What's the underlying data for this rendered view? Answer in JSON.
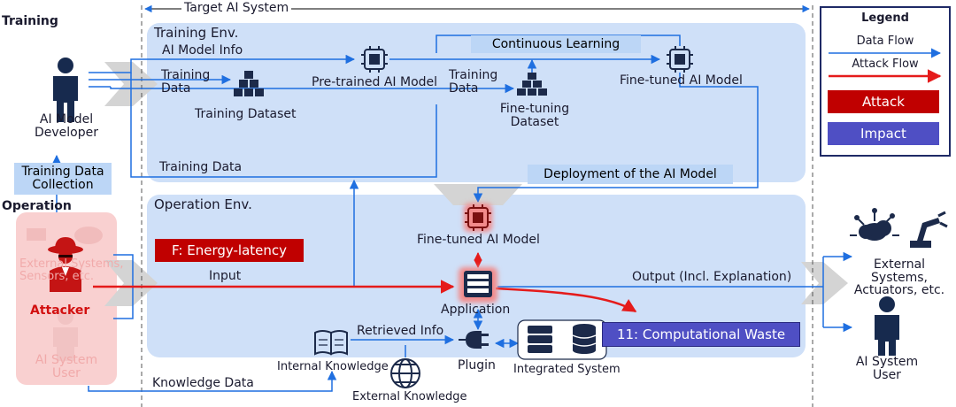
{
  "sections": {
    "training": "Training",
    "operation": "Operation",
    "target_system": "Target AI System",
    "training_env": "Training Env.",
    "operation_env": "Operation Env."
  },
  "actors": {
    "developer": "AI Model\nDeveloper",
    "attacker": "Attacker",
    "ai_user_left": "AI System\nUser",
    "external_left": "External Systems,\nSensors, etc.",
    "external_right": "External Systems,\nActuators, etc.",
    "ai_user_right": "AI System\nUser"
  },
  "training": {
    "ai_model_info": "AI Model Info",
    "training_data_1": "Training\nData",
    "training_dataset": "Training Dataset",
    "pretrained_model": "Pre-trained AI Model",
    "continuous_learning": "Continuous Learning",
    "training_data_2": "Training\nData",
    "fine_tuning_dataset": "Fine-tuning\nDataset",
    "fine_tuned_model": "Fine-tuned AI Model",
    "training_data_3": "Training Data",
    "training_data_collection": "Training Data\nCollection",
    "deployment": "Deployment of the AI Model"
  },
  "operation": {
    "fine_tuned_model": "Fine-tuned AI Model",
    "attack_label": "F: Energy-latency",
    "input": "Input",
    "application": "Application",
    "output": "Output (Incl. Explanation)",
    "retrieved_info": "Retrieved Info",
    "plugin": "Plugin",
    "integrated_system": "Integrated System",
    "impact_label": "11: Computational Waste",
    "internal_knowledge": "Internal Knowledge",
    "external_knowledge": "External Knowledge",
    "knowledge_data": "Knowledge Data"
  },
  "legend": {
    "title": "Legend",
    "data_flow": "Data Flow",
    "attack_flow": "Attack Flow",
    "attack": "Attack",
    "impact": "Impact"
  },
  "colors": {
    "data_flow": "#1f6fe0",
    "attack_flow": "#e51b1b",
    "attack_box": "#c00000",
    "impact_box": "#4f4fc4",
    "env_bg": "#cfe0f8",
    "label_bg": "#bcd6f6",
    "legend_border": "#1f2a66"
  }
}
